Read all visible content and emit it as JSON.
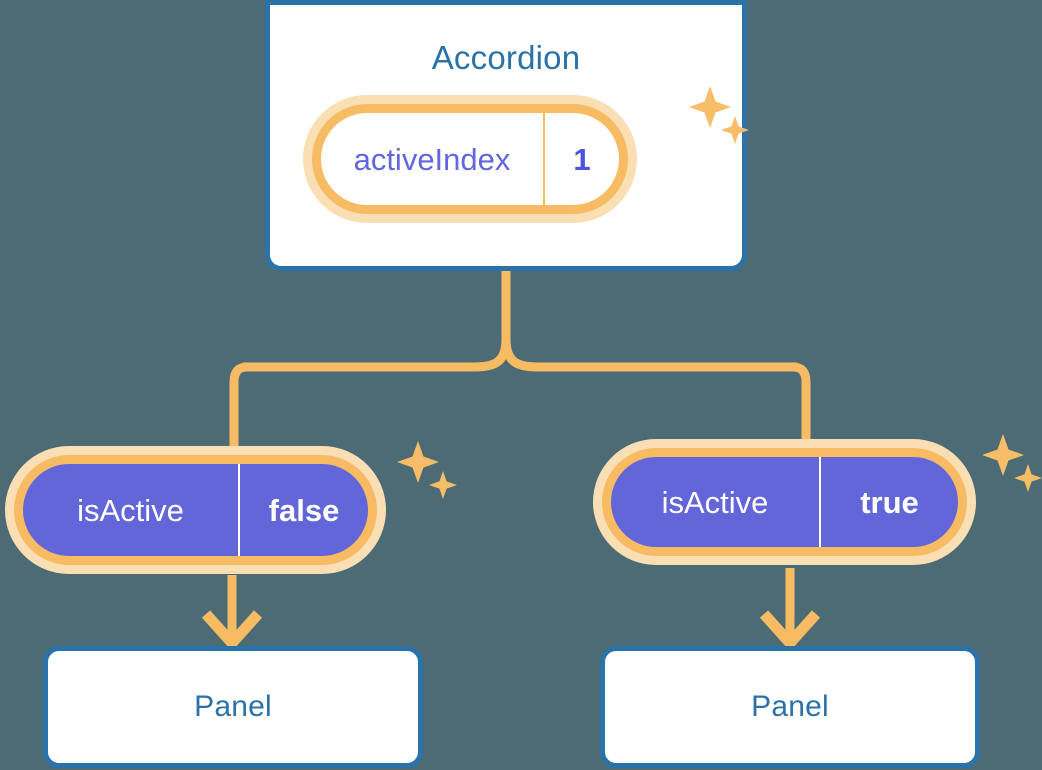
{
  "theme": {
    "background": "#4d6b75",
    "card_border": "#2b72a8",
    "card_fill": "#ffffff",
    "title_color": "#2b72a8",
    "pill_ring_inner": "#f7bc63",
    "pill_ring_outer": "#fbdfb4",
    "pill_purple_fill": "#6366d8",
    "pill_key_purple_text": "#6366e0",
    "connector_color": "#f7bc63",
    "sparkle_color": "#f8bd68"
  },
  "diagram": {
    "type": "component-state-tree",
    "root": {
      "title": "Accordion",
      "state": {
        "key": "activeIndex",
        "value": "1",
        "style": "white"
      },
      "sparkle_icon": "sparkles-icon"
    },
    "children": [
      {
        "state": {
          "key": "isActive",
          "value": "false",
          "style": "purple"
        },
        "sparkle_icon": "sparkles-icon",
        "arrow_icon": "arrow-down-icon",
        "panel": {
          "title": "Panel"
        }
      },
      {
        "state": {
          "key": "isActive",
          "value": "true",
          "style": "purple"
        },
        "sparkle_icon": "sparkles-icon",
        "arrow_icon": "arrow-down-icon",
        "panel": {
          "title": "Panel"
        }
      }
    ],
    "connectors": {
      "root_to_branch_icon": "tree-branch-connector",
      "branch_to_child_icon": "elbow-connector"
    }
  }
}
